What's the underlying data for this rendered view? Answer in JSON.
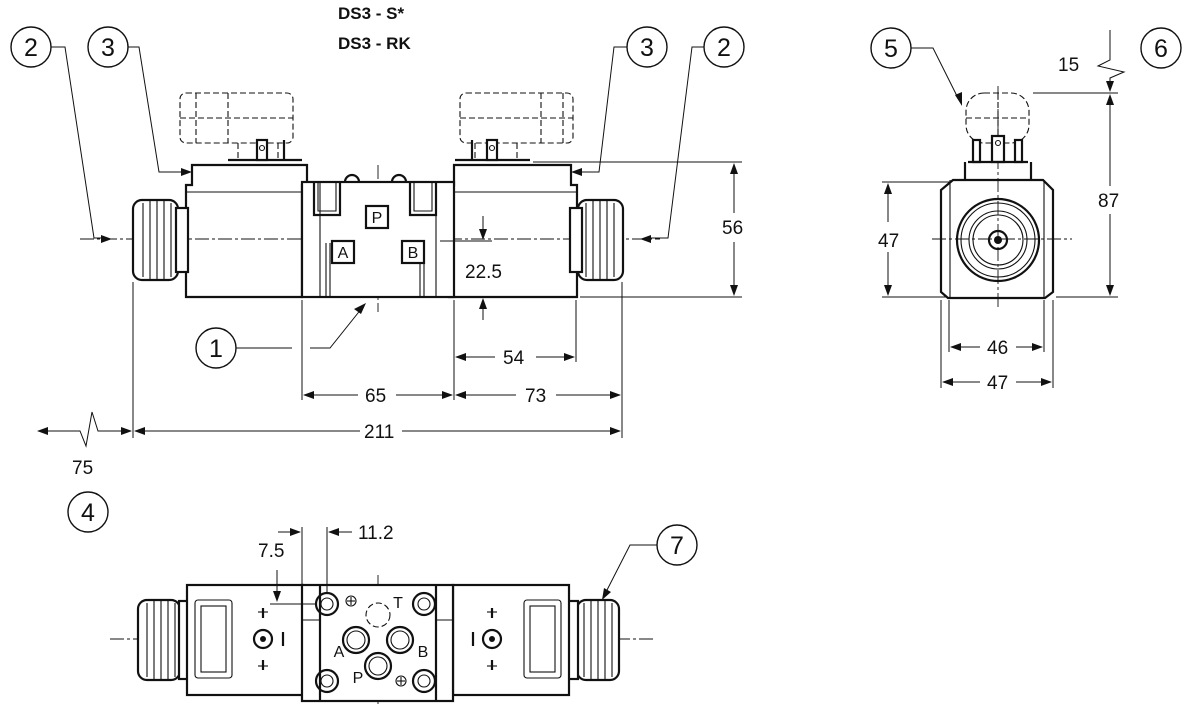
{
  "titles": {
    "line1": "DS3 - S*",
    "line2": "DS3 - RK"
  },
  "callouts": {
    "c1": "1",
    "c2": "2",
    "c3": "3",
    "c4": "4",
    "c5": "5",
    "c6": "6",
    "c7": "7"
  },
  "ports": {
    "p": "P",
    "a": "A",
    "b": "B",
    "t": "T"
  },
  "dimensions": {
    "height_56": "56",
    "axis_22_5": "22.5",
    "coil_54": "54",
    "body_65": "65",
    "coil_73": "73",
    "overall_211": "211",
    "removal_75": "75",
    "side_87": "87",
    "side_47_h": "47",
    "side_46": "46",
    "side_47_w": "47",
    "plug_15": "15",
    "bottom_7_5": "7.5",
    "bottom_11_2": "11.2"
  }
}
